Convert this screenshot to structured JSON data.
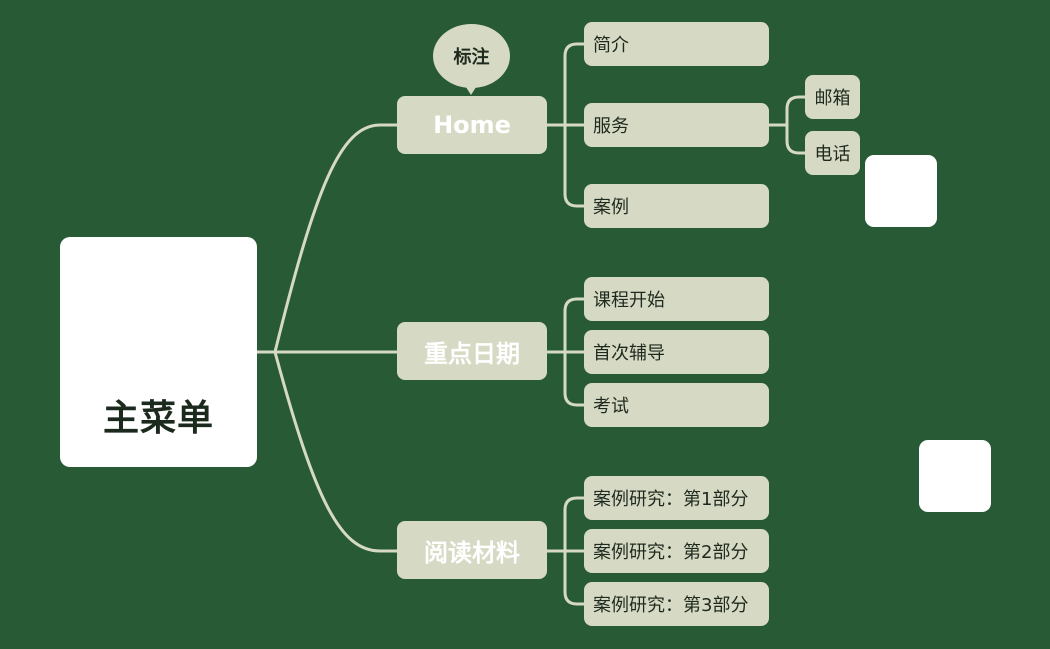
{
  "mindmap": {
    "root": "主菜单",
    "callout": "标注",
    "branches": [
      {
        "label": "Home",
        "children": [
          {
            "label": "简介"
          },
          {
            "label": "服务",
            "children": [
              {
                "label": "邮箱"
              },
              {
                "label": "电话"
              }
            ]
          },
          {
            "label": "案例"
          }
        ]
      },
      {
        "label": "重点日期",
        "children": [
          {
            "label": "课程开始"
          },
          {
            "label": "首次辅导"
          },
          {
            "label": "考试"
          }
        ]
      },
      {
        "label": "阅读材料",
        "children": [
          {
            "label": "案例研究：第1部分"
          },
          {
            "label": "案例研究：第2部分"
          },
          {
            "label": "案例研究：第3部分"
          }
        ]
      }
    ]
  },
  "colors": {
    "background": "#275a35",
    "node_fill": "#d6d9c3",
    "connector": "#d6d9c3",
    "root_fill": "#ffffff"
  }
}
